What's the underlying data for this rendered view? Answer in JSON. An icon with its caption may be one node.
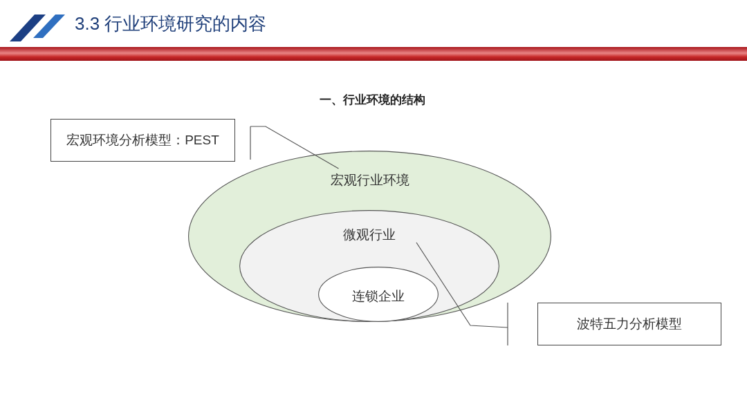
{
  "diagram": {
    "title": "3.3 行业环境研究的内容",
    "nodes": [
      {
        "text": [
          "宏观环境分析模型：PEST"
        ]
      },
      {
        "text": [
          "宏观行业环境"
        ]
      },
      {
        "text": [
          "微观行业"
        ],
        "in": 1
      },
      {
        "text": [
          "连锁企业"
        ],
        "in": 2
      },
      {
        "text": [
          "波特五力分析模型"
        ]
      }
    ],
    "edges": [
      {
        "from": 0,
        "to": 1,
        "arrow": "none"
      },
      {
        "from": 4,
        "to": 2,
        "arrow": "none"
      }
    ],
    "labels": [
      "一、行业环境的结构"
    ]
  }
}
